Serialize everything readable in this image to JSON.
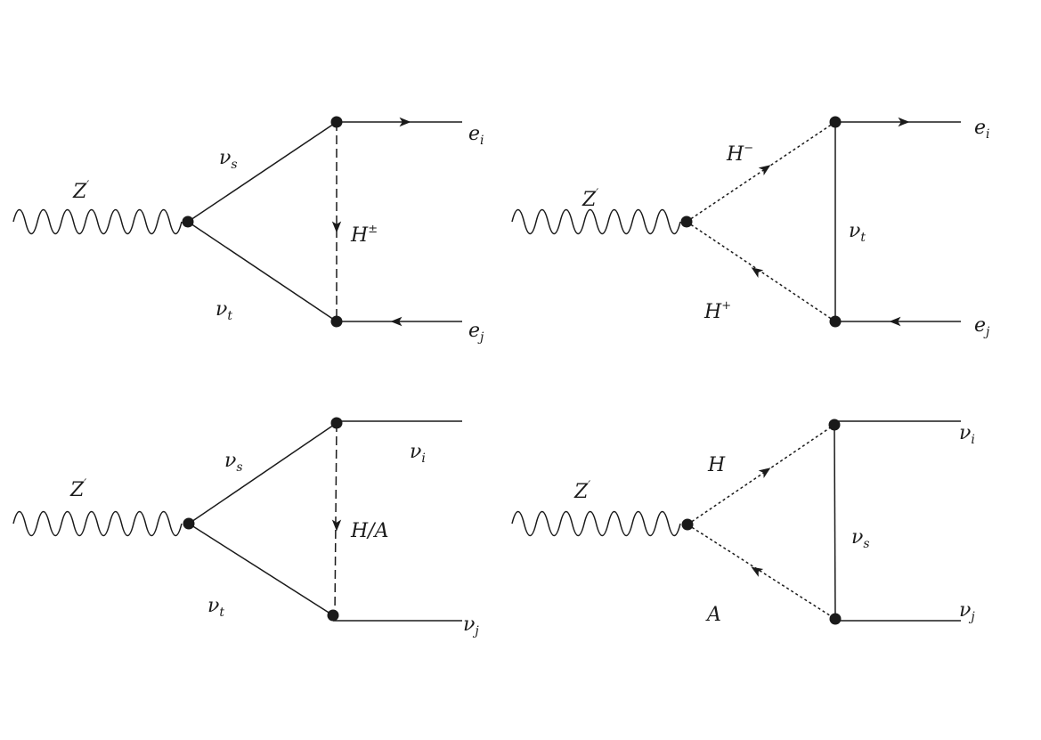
{
  "diagrams": [
    {
      "labels": {
        "boson": {
          "base": "Z",
          "sup": "′"
        },
        "upper_internal": {
          "base": "ν",
          "sub": "s"
        },
        "lower_internal": {
          "base": "ν",
          "sub": "t"
        },
        "exchange": {
          "base": "H",
          "sup": "±"
        },
        "out_top": {
          "base": "e",
          "sub": "i"
        },
        "out_bottom": {
          "base": "e",
          "sub": "j"
        }
      }
    },
    {
      "labels": {
        "boson": {
          "base": "Z",
          "sup": "′"
        },
        "upper_internal": {
          "base": "H",
          "sup": "−"
        },
        "lower_internal": {
          "base": "H",
          "sup": "+"
        },
        "exchange": {
          "base": "ν",
          "sub": "t"
        },
        "out_top": {
          "base": "e",
          "sub": "i"
        },
        "out_bottom": {
          "base": "e",
          "sub": "j"
        }
      }
    },
    {
      "labels": {
        "boson": {
          "base": "Z",
          "sup": "′"
        },
        "upper_internal": {
          "base": "ν",
          "sub": "s"
        },
        "lower_internal": {
          "base": "ν",
          "sub": "t"
        },
        "exchange": {
          "base": "H/A"
        },
        "out_top": {
          "base": "ν",
          "sub": "i"
        },
        "out_bottom": {
          "base": "ν",
          "sub": "j"
        }
      }
    },
    {
      "labels": {
        "boson": {
          "base": "Z",
          "sup": "′"
        },
        "upper_internal": {
          "base": "H"
        },
        "lower_internal": {
          "base": "A"
        },
        "exchange": {
          "base": "ν",
          "sub": "s"
        },
        "out_top": {
          "base": "ν",
          "sub": "i"
        },
        "out_bottom": {
          "base": "ν",
          "sub": "j"
        }
      }
    }
  ]
}
